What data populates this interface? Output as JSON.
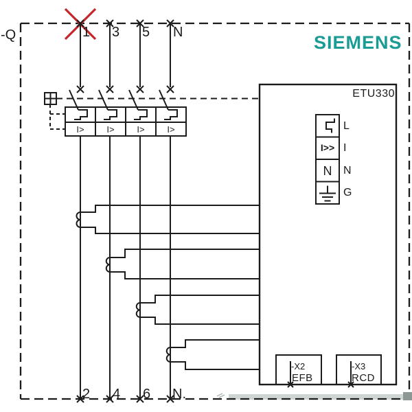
{
  "diagram": {
    "device_tag": "-Q",
    "brand": "SIEMENS",
    "brand_color": "#1A9C95",
    "crossout_color": "#C5262C",
    "line_color": "#1B1B1B",
    "top_terminals": [
      "1",
      "3",
      "5",
      "N"
    ],
    "bottom_terminals": [
      "2",
      "4",
      "6",
      "N."
    ],
    "breaker": {
      "release_label": "I>",
      "pole_count": 4,
      "crossed_out_terminal": "1"
    },
    "trip_unit": {
      "model": "ETU330",
      "functions": [
        {
          "label": "L",
          "icon": "long-time-curve-icon"
        },
        {
          "label": "I",
          "symbol": "I>>",
          "icon": "instantaneous-overcurrent-symbol"
        },
        {
          "label": "N",
          "symbol": "N",
          "icon": "neutral-protection-symbol"
        },
        {
          "label": "G",
          "icon": "earth-fault-icon"
        }
      ],
      "connectors": [
        {
          "id": "-X2",
          "label": "EFB"
        },
        {
          "id": "-X3",
          "label": "RCD"
        }
      ]
    }
  }
}
